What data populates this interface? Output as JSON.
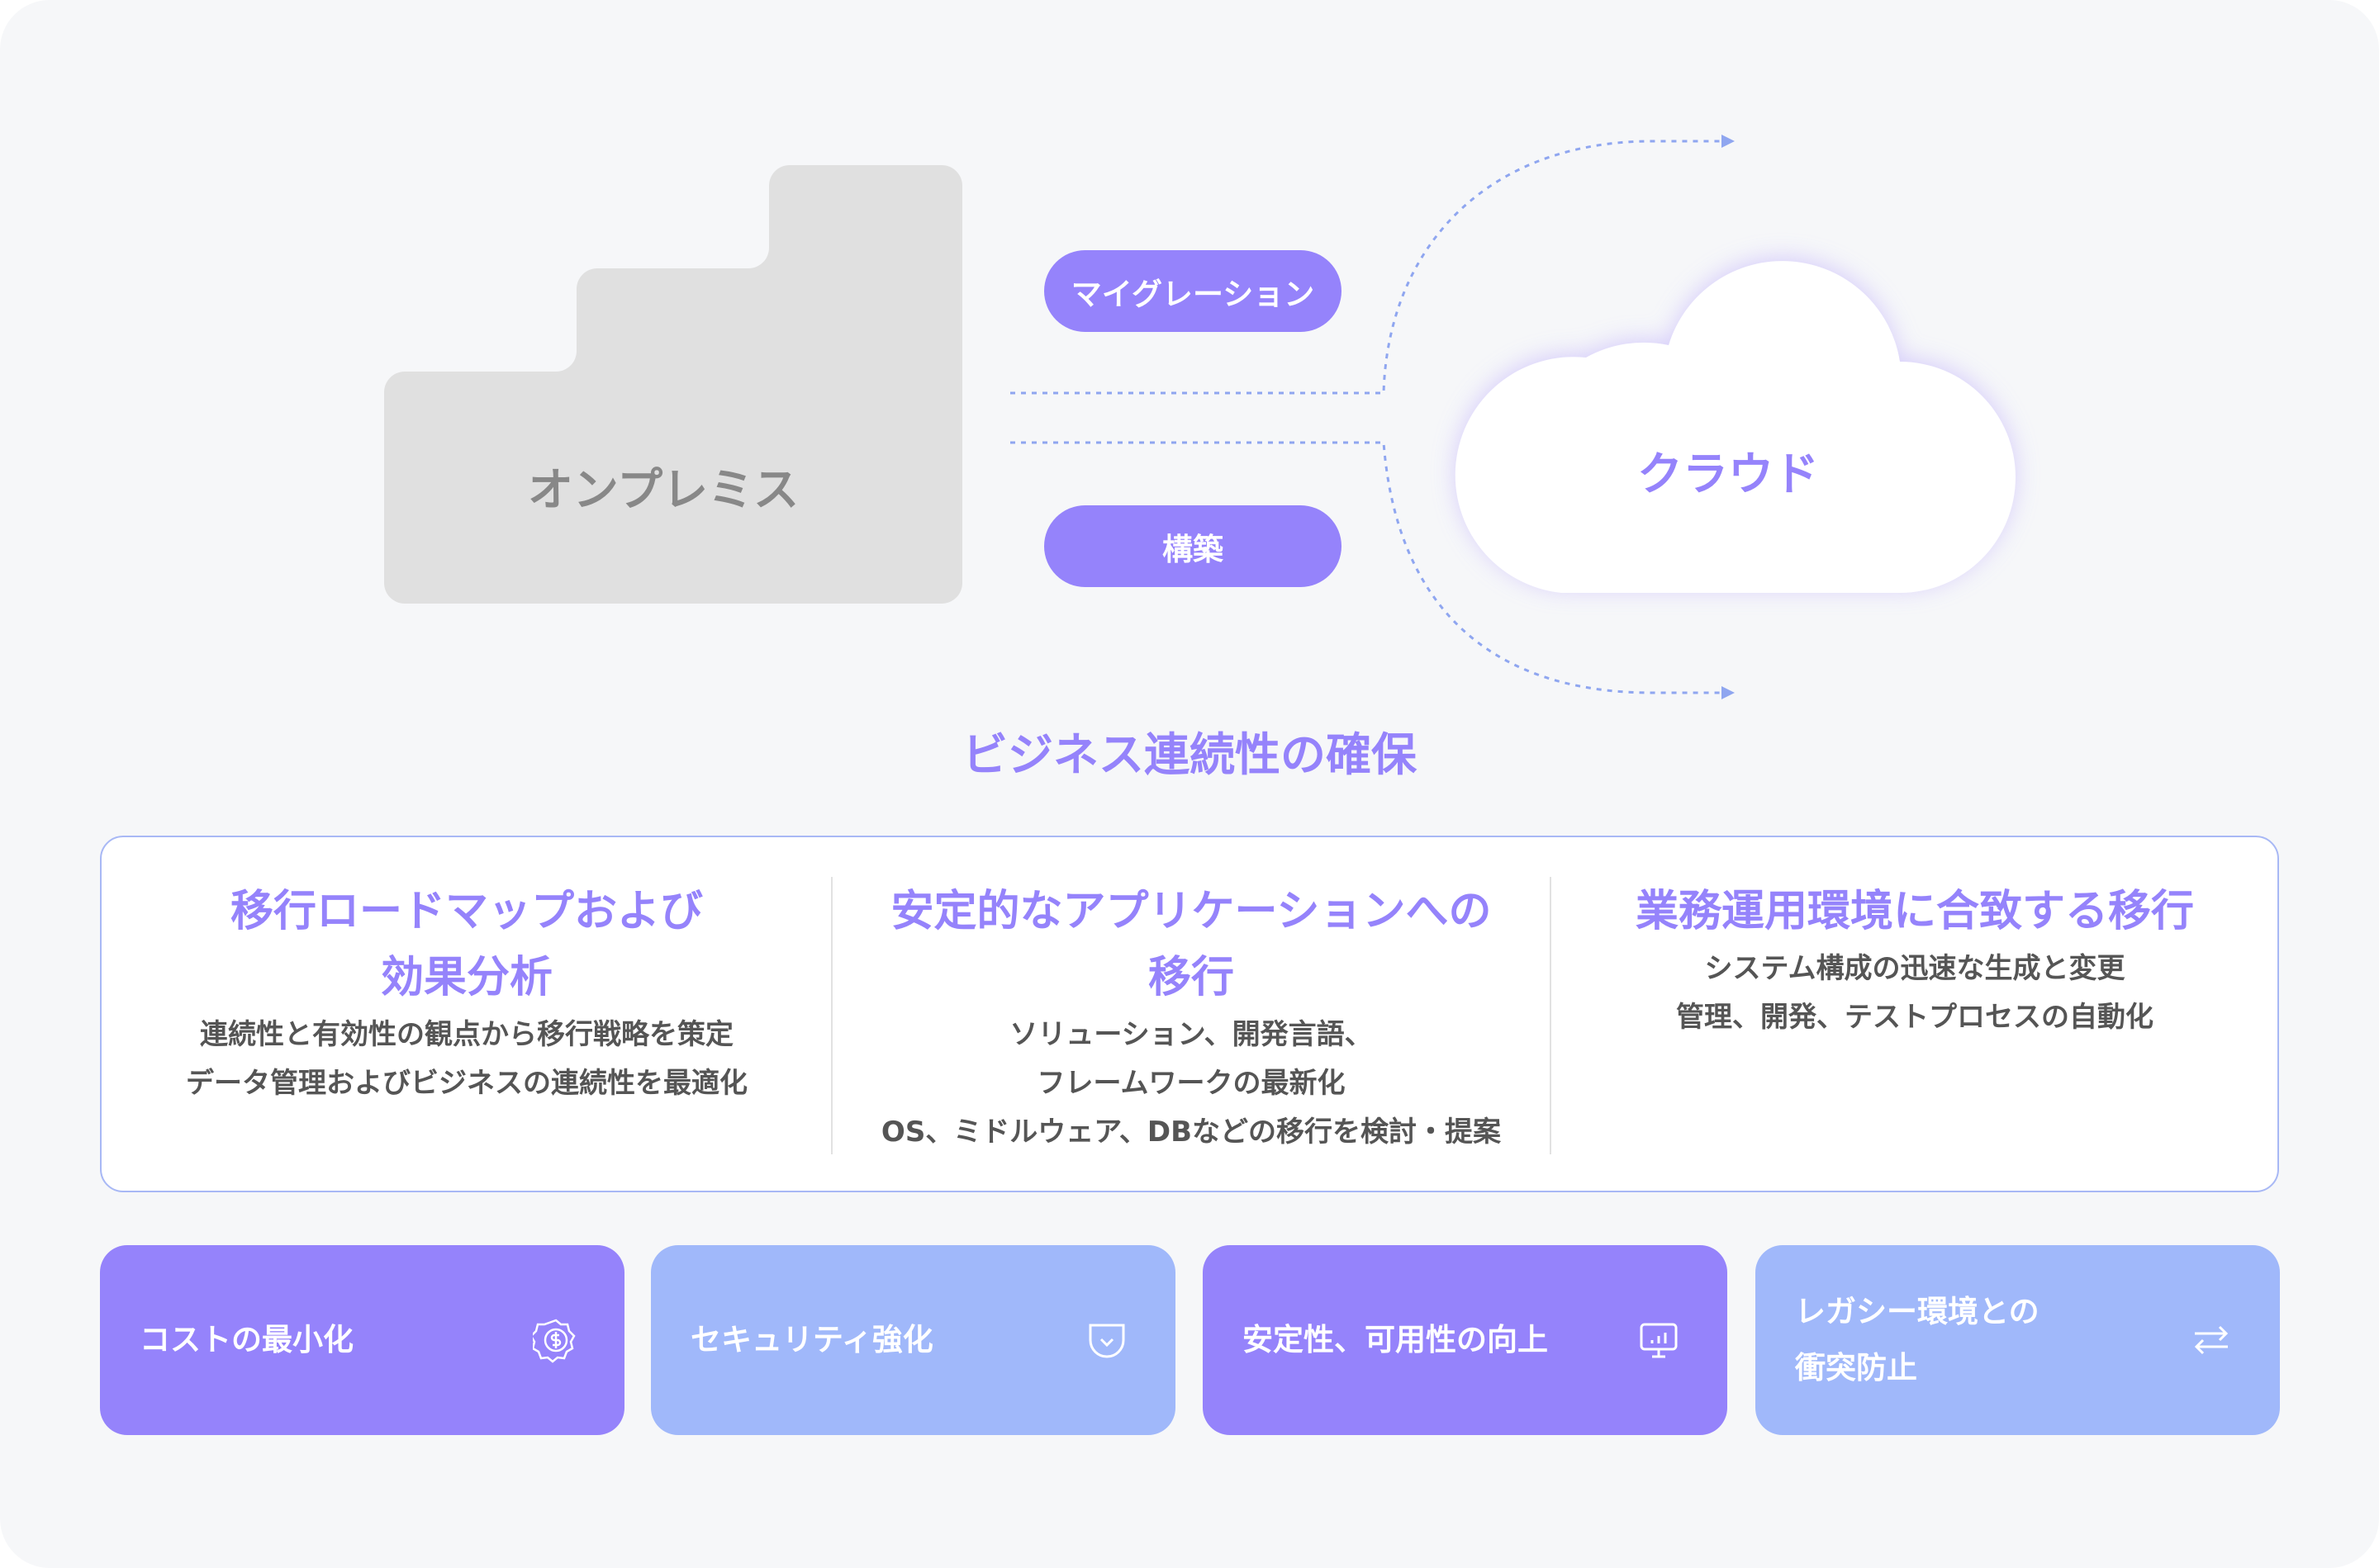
{
  "onprem_label": "オンプレミス",
  "pills": {
    "migration": "マイグレーション",
    "build": "構築"
  },
  "cloud_label": "クラウド",
  "section_title": "ビジネス連続性の確保",
  "columns": [
    {
      "title": [
        "移行ロードマップおよび",
        "効果分析"
      ],
      "lines": [
        "連続性と有効性の観点から移行戦略を策定",
        "データ管理およびビジネスの連続性を最適化"
      ]
    },
    {
      "title": [
        "安定的なアプリケーションへの",
        "移行"
      ],
      "lines": [
        "ソリューション、開発言語、",
        "フレームワークの最新化",
        "OS、ミドルウェア、DBなどの移行を検討・提案"
      ]
    },
    {
      "title": [
        "業務運用環境に合致する移行"
      ],
      "lines": [
        "システム構成の迅速な生成と変更",
        "管理、開発、テストプロセスの自動化"
      ]
    }
  ],
  "cards": [
    {
      "label": "コストの最小化",
      "icon": "dollar-badge-icon",
      "color": "#9583fb"
    },
    {
      "label": "セキュリティ強化",
      "icon": "shield-check-icon",
      "color": "#a0b8fa"
    },
    {
      "label": "安定性、可用性の向上",
      "icon": "monitor-chart-icon",
      "color": "#9583fb"
    },
    {
      "label": [
        "レガシー環境との",
        "衝突防止"
      ],
      "icon": "swap-arrows-icon",
      "color": "#a0b8fa"
    }
  ],
  "colors": {
    "accent": "#9583fb",
    "light": "#a0b8fa",
    "dots": "#8fa6f0"
  }
}
